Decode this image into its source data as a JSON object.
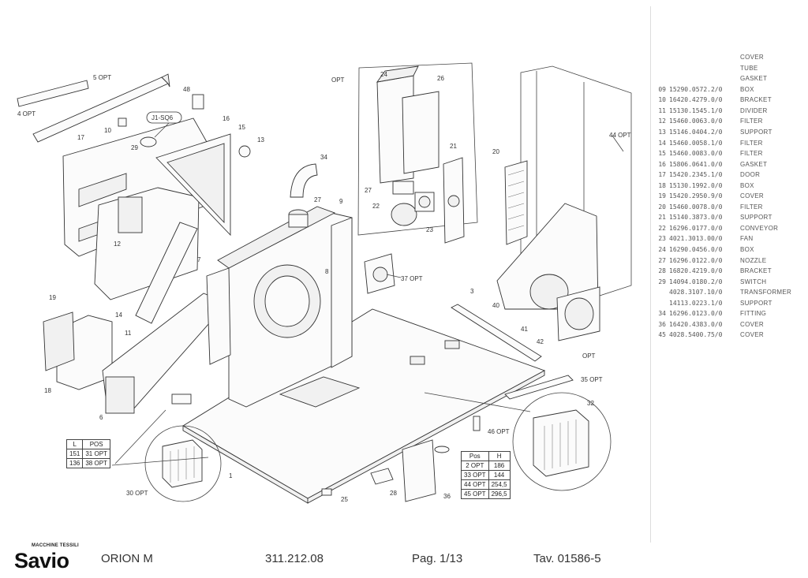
{
  "parts_list": {
    "header": {
      "pos": "",
      "code": "",
      "desc": ""
    },
    "rows": [
      {
        "pos": "",
        "code": "",
        "desc": ""
      },
      {
        "pos": "",
        "code": "",
        "desc": ""
      },
      {
        "pos": "",
        "code": "",
        "desc": ""
      },
      {
        "pos": "",
        "code": "",
        "desc": "COVER"
      },
      {
        "pos": "",
        "code": "",
        "desc": "TUBE"
      },
      {
        "pos": "",
        "code": "",
        "desc": "GASKET"
      },
      {
        "pos": "09",
        "code": "15290.0572.2/0",
        "desc": "BOX"
      },
      {
        "pos": "10",
        "code": "16420.4279.0/0",
        "desc": "BRACKET"
      },
      {
        "pos": "11",
        "code": "15130.1545.1/0",
        "desc": "DIVIDER"
      },
      {
        "pos": "12",
        "code": "15460.0063.0/0",
        "desc": "FILTER"
      },
      {
        "pos": "13",
        "code": "15146.0404.2/0",
        "desc": "SUPPORT"
      },
      {
        "pos": "14",
        "code": "15460.0058.1/0",
        "desc": "FILTER"
      },
      {
        "pos": "15",
        "code": "15460.0083.0/0",
        "desc": "FILTER"
      },
      {
        "pos": "16",
        "code": "15806.0641.0/0",
        "desc": "GASKET"
      },
      {
        "pos": "17",
        "code": "15420.2345.1/0",
        "desc": "DOOR"
      },
      {
        "pos": "18",
        "code": "15130.1992.0/0",
        "desc": "BOX"
      },
      {
        "pos": "19",
        "code": "15420.2950.9/0",
        "desc": "COVER"
      },
      {
        "pos": "20",
        "code": "15460.0078.0/0",
        "desc": "FILTER"
      },
      {
        "pos": "21",
        "code": "15140.3873.0/0",
        "desc": "SUPPORT"
      },
      {
        "pos": "22",
        "code": "16296.0177.0/0",
        "desc": "CONVEYOR"
      },
      {
        "pos": "23",
        "code": "4021.3013.00/0",
        "desc": "FAN"
      },
      {
        "pos": "24",
        "code": "16290.0456.0/0",
        "desc": "BOX"
      },
      {
        "pos": "27",
        "code": "16296.0122.0/0",
        "desc": "NOZZLE"
      },
      {
        "pos": "28",
        "code": "16820.4219.0/0",
        "desc": "BRACKET"
      },
      {
        "pos": "29",
        "code": "14094.0180.2/0",
        "desc": "SWITCH"
      },
      {
        "pos": "",
        "code": "4028.3107.10/0",
        "desc": "TRANSFORMER"
      },
      {
        "pos": "",
        "code": "14113.0223.1/0",
        "desc": "SUPPORT"
      },
      {
        "pos": "34",
        "code": "16296.0123.0/0",
        "desc": "FITTING"
      },
      {
        "pos": "36",
        "code": "16420.4383.0/0",
        "desc": "COVER"
      },
      {
        "pos": "45",
        "code": "4028.5400.75/0",
        "desc": "COVER"
      }
    ]
  },
  "callouts": {
    "n1": "1",
    "n3": "3",
    "n4": "4 OPT",
    "n5": "5 OPT",
    "n6": "6",
    "n7": "7",
    "n8": "8",
    "n9": "9",
    "n10": "10",
    "n11": "11",
    "n12": "12",
    "n13": "13",
    "n14": "14",
    "n15": "15",
    "n16": "16",
    "n17": "17",
    "n18": "18",
    "n19": "19",
    "n20": "20",
    "n21": "21",
    "n22": "22",
    "n23": "23",
    "n24": "24",
    "n25": "25",
    "n26": "26",
    "n27": "27",
    "n27b": "27",
    "n28": "28",
    "n29": "29",
    "n30": "30 OPT",
    "n32": "32",
    "n34": "34",
    "n35": "35 OPT",
    "n36": "36",
    "n37": "37 OPT",
    "n40": "40",
    "n41": "41",
    "n42": "42",
    "n44": "44 OPT",
    "n46": "46 OPT",
    "n48": "48",
    "opt1": "OPT",
    "opt2": "OPT",
    "sq6": "J1-SQ6"
  },
  "table_left": {
    "headers": [
      "L",
      "POS"
    ],
    "rows": [
      [
        "151",
        "31 OPT"
      ],
      [
        "136",
        "38 OPT"
      ]
    ]
  },
  "table_right": {
    "headers": [
      "Pos",
      "H"
    ],
    "rows": [
      [
        "2 OPT",
        "186"
      ],
      [
        "33 OPT",
        "144"
      ],
      [
        "44 OPT",
        "254,5"
      ],
      [
        "45 OPT",
        "296,5"
      ]
    ]
  },
  "footer": {
    "brand": "Savio",
    "brand_sub": "MACCHINE TESSILI",
    "model": "ORION M",
    "code": "311.212.08",
    "page": "Pag. 1/13",
    "table": "Tav. 01586-5"
  }
}
